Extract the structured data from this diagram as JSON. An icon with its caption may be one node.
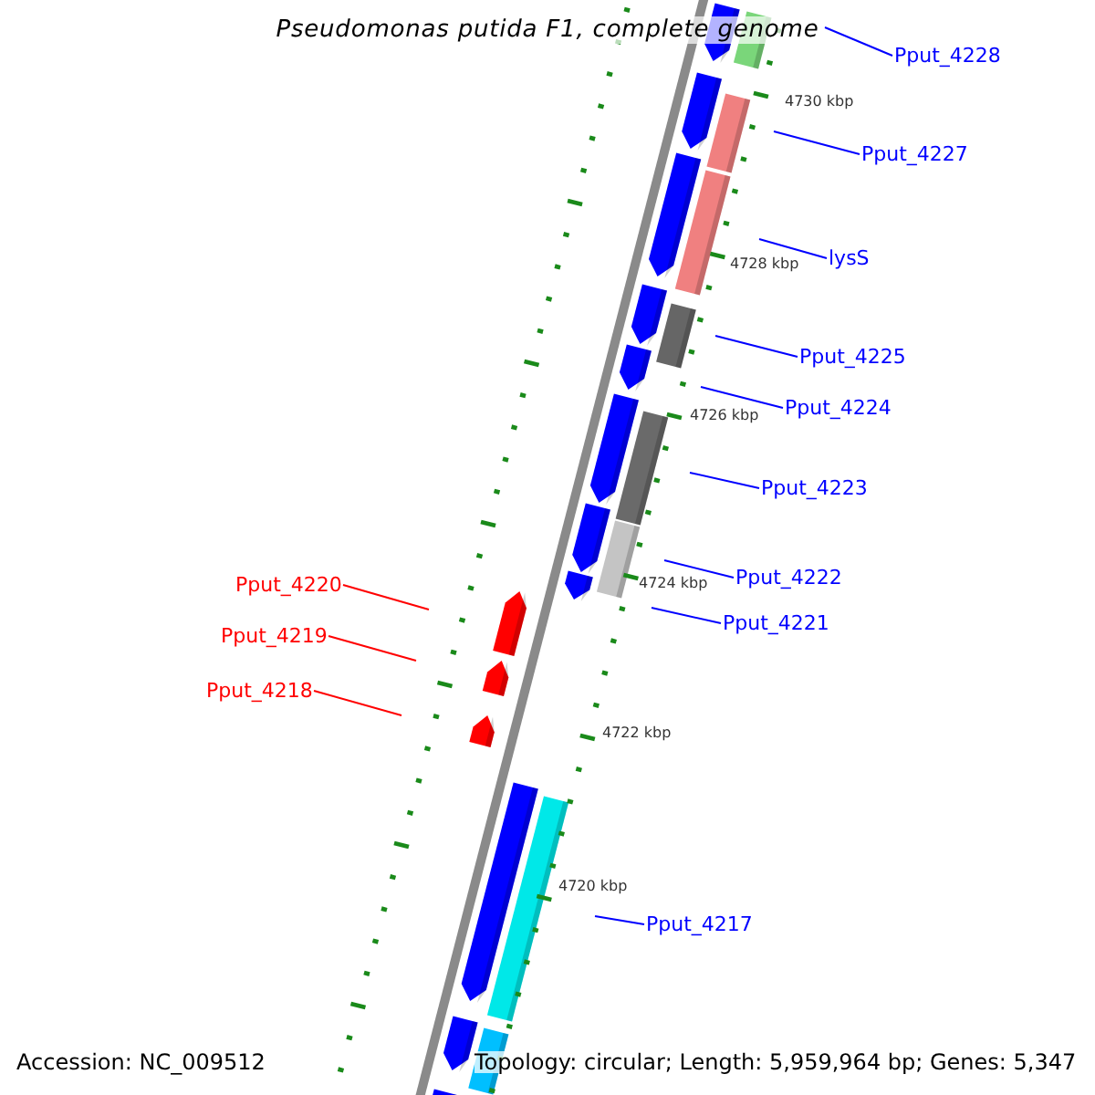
{
  "diagram": {
    "title": "Pseudomonas putida F1, complete genome",
    "nodes": [
      {
        "text": [
          "Pput_4228"
        ]
      },
      {
        "text": [
          "Pput_4227"
        ]
      },
      {
        "text": [
          "lysS"
        ]
      },
      {
        "text": [
          "Pput_4225"
        ]
      },
      {
        "text": [
          "Pput_4224"
        ]
      },
      {
        "text": [
          "Pput_4223"
        ]
      },
      {
        "text": [
          "Pput_4222"
        ]
      },
      {
        "text": [
          "Pput_4220"
        ]
      },
      {
        "text": [
          "Pput_4221"
        ]
      },
      {
        "text": [
          "Pput_4219"
        ]
      },
      {
        "text": [
          "Pput_4218"
        ]
      },
      {
        "text": [
          "Pput_4217"
        ]
      }
    ],
    "edges": [
      {
        "from": 0,
        "to": null,
        "arrow": "none"
      },
      {
        "from": 1,
        "to": null,
        "arrow": "none"
      },
      {
        "from": 2,
        "to": null,
        "arrow": "none"
      },
      {
        "from": 3,
        "to": null,
        "arrow": "none"
      },
      {
        "from": 4,
        "to": null,
        "arrow": "none"
      },
      {
        "from": 5,
        "to": null,
        "arrow": "none"
      },
      {
        "from": 6,
        "to": null,
        "arrow": "none"
      },
      {
        "from": 7,
        "to": null,
        "arrow": "none",
        "color": "#ff0000"
      },
      {
        "from": 8,
        "to": null,
        "arrow": "none"
      },
      {
        "from": 9,
        "to": null,
        "arrow": "none",
        "color": "#ff0000"
      },
      {
        "from": 10,
        "to": null,
        "arrow": "none",
        "color": "#ff0000"
      },
      {
        "from": 11,
        "to": null,
        "arrow": "none"
      }
    ],
    "labels": [
      "4730 kbp",
      "4728 kbp",
      "4726 kbp",
      "4724 kbp",
      "4722 kbp",
      "4720 kbp",
      "Accession: NC_009512",
      "Topology: circular; Length: 5,959,964 bp; Genes: 5,347"
    ]
  }
}
